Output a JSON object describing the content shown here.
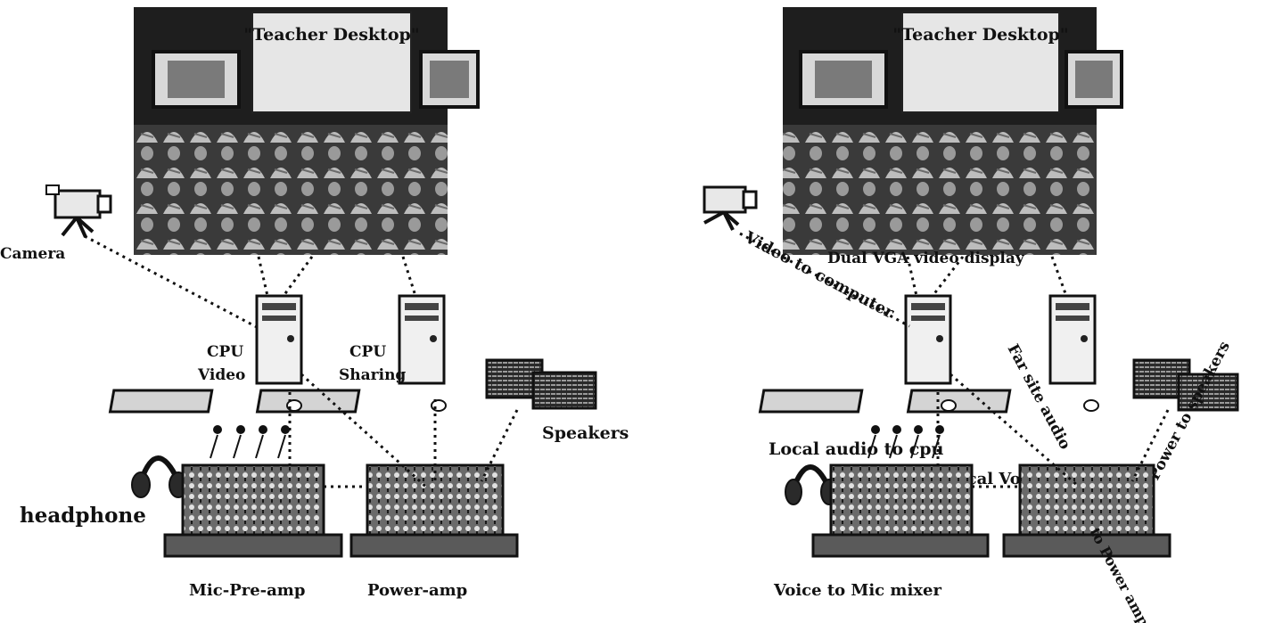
{
  "left_panel": {
    "screen_title": "\"Teacher Desktop\"",
    "labels": {
      "camera": "Camera",
      "cpu_video": "CPU Video",
      "cpu_sharing": "CPU Sharing",
      "speakers": "Speakers",
      "headphone": "headphone",
      "mic_preamp": "Mic-Pre-amp",
      "power_amp": "Power-amp"
    }
  },
  "right_panel": {
    "screen_title": "\"Teacher Desktop\"",
    "labels": {
      "dual_vga": "Dual VGA video display",
      "video_to_computer": "Video to computer",
      "far_audio": "Far site audio",
      "power_to_speakers": "Power to speakers",
      "local_audio": "Local audio to cpu",
      "local_voice": "Local Voice",
      "to_power_amp": "to Power amp",
      "voice_to_mic": "Voice to Mic mixer"
    }
  }
}
